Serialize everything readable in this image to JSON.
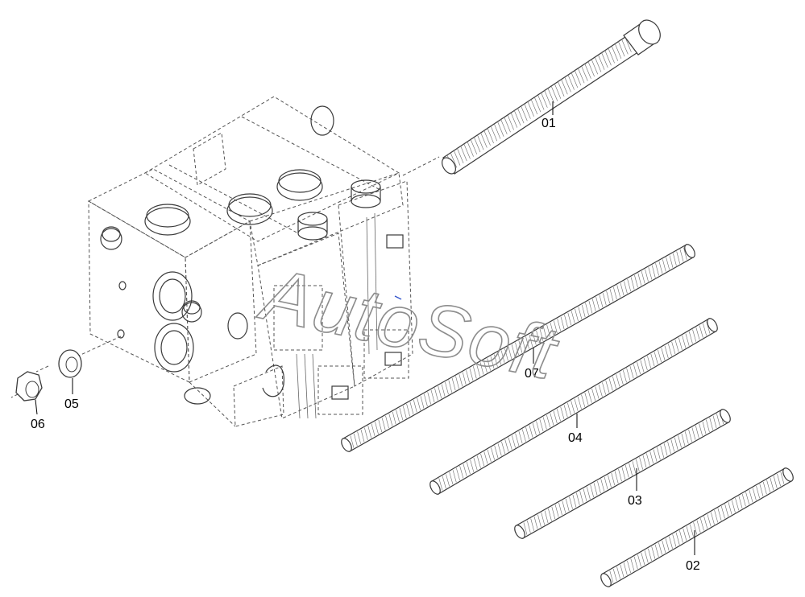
{
  "watermark": "AutoSoft",
  "colors": {
    "line": "#3a3a3a",
    "rod_fill": "#ffffff",
    "watermark": "#8c8c8c",
    "marker": "#3355cc"
  },
  "callouts": [
    {
      "id": "01",
      "text": "01"
    },
    {
      "id": "02",
      "text": "02"
    },
    {
      "id": "03",
      "text": "03"
    },
    {
      "id": "04",
      "text": "04"
    },
    {
      "id": "05",
      "text": "05"
    },
    {
      "id": "06",
      "text": "06"
    },
    {
      "id": "07",
      "text": "07"
    }
  ]
}
